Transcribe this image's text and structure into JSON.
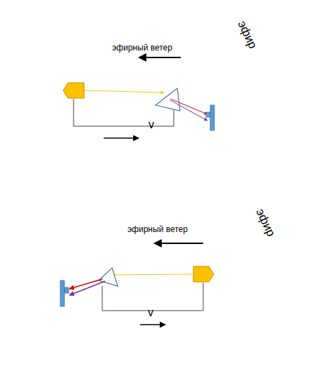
{
  "diagram": {
    "nodes": [
      {
        "text": [
          "эфирный ветер",
          "эфир",
          "v"
        ]
      },
      {
        "text": [
          "эфирный ветер",
          "эфир",
          "v"
        ]
      }
    ]
  }
}
